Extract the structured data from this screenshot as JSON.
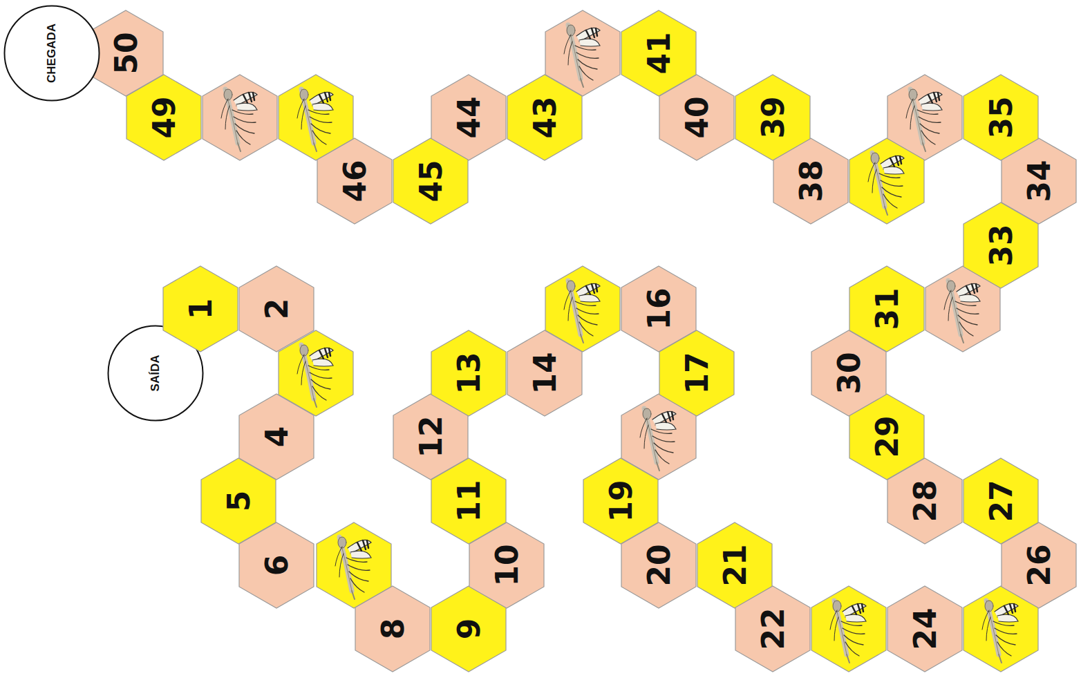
{
  "diagram": {
    "nodes": [
      {
        "text": [
          "SAÍDA"
        ]
      },
      {
        "text": [
          "1"
        ]
      },
      {
        "text": [
          "2"
        ]
      },
      {
        "text": [
          "4"
        ]
      },
      {
        "text": [
          "5"
        ]
      },
      {
        "text": [
          "6"
        ]
      },
      {
        "text": [
          "8"
        ]
      },
      {
        "text": [
          "9"
        ]
      },
      {
        "text": [
          "10"
        ]
      },
      {
        "text": [
          "11"
        ]
      },
      {
        "text": [
          "12"
        ]
      },
      {
        "text": [
          "13"
        ]
      },
      {
        "text": [
          "14"
        ]
      },
      {
        "text": [
          "16"
        ]
      },
      {
        "text": [
          "17"
        ]
      },
      {
        "text": [
          "19"
        ]
      },
      {
        "text": [
          "20"
        ]
      },
      {
        "text": [
          "21"
        ]
      },
      {
        "text": [
          "22"
        ]
      },
      {
        "text": [
          "24"
        ]
      },
      {
        "text": [
          "26"
        ]
      },
      {
        "text": [
          "27"
        ]
      },
      {
        "text": [
          "28"
        ]
      },
      {
        "text": [
          "29"
        ]
      },
      {
        "text": [
          "30"
        ]
      },
      {
        "text": [
          "31"
        ]
      },
      {
        "text": [
          "33"
        ]
      },
      {
        "text": [
          "34"
        ]
      },
      {
        "text": [
          "35"
        ]
      },
      {
        "text": [
          "38"
        ]
      },
      {
        "text": [
          "39"
        ]
      },
      {
        "text": [
          "40"
        ]
      },
      {
        "text": [
          "41"
        ]
      },
      {
        "text": [
          "43"
        ]
      },
      {
        "text": [
          "44"
        ]
      },
      {
        "text": [
          "45"
        ]
      },
      {
        "text": [
          "46"
        ]
      },
      {
        "text": [
          "49"
        ]
      },
      {
        "text": [
          "50"
        ]
      },
      {
        "text": [
          "CHEGADA"
        ]
      }
    ]
  }
}
